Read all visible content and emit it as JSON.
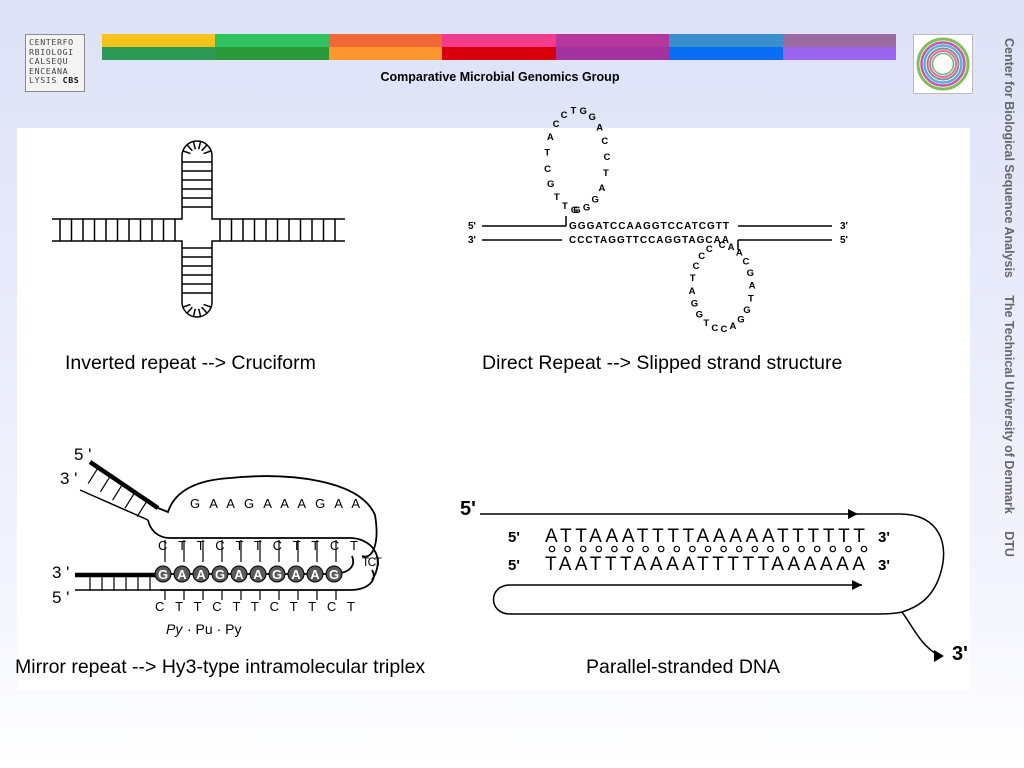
{
  "header": {
    "logo_lines": [
      "CENTERFO",
      "RBIOLOGI",
      "CALSEQU",
      "ENCEANA",
      "LYSIS"
    ],
    "logo_cbs": "CBS",
    "group_name": "Comparative Microbial Genomics Group",
    "stripe_colors_top": [
      "#f7c21b",
      "#2fc35f",
      "#f26733",
      "#f23b8c",
      "#b3379c",
      "#3a8fcf",
      "#9a6aa0"
    ],
    "stripe_colors_bottom": [
      "#2a9a56",
      "#2a9a3a",
      "#ff9731",
      "#d9000e",
      "#a233a0",
      "#0a6ef5",
      "#9b64ee"
    ]
  },
  "side_text": {
    "cbs": "Center for Biological Sequence Analysis",
    "dtu": "The Technical University of Denmark",
    "abbr": "DTU"
  },
  "panels": {
    "cruciform": {
      "caption": "Inverted repeat --> Cruciform"
    },
    "slipped": {
      "caption": "Direct Repeat --> Slipped strand structure",
      "top_seq": "GGGATCCAAGGTCCATCGTT",
      "bottom_seq": "CCCTAGGTTCCAGGTAGCAA",
      "top_loop": "GTTGCTACCTGGACCTAGGG",
      "bottom_loop": "CCCTAGGTCCAGGTAGCAAC",
      "labels": {
        "top_left": "5'",
        "bottom_left": "3'",
        "top_right": "3'",
        "bottom_right": "5'"
      }
    },
    "triplex": {
      "caption": "Mirror repeat --> Hy3-type intramolecular triplex",
      "label_5a": "5 '",
      "label_3a": "3 '",
      "label_3b": "3 '",
      "label_5b": "5 '",
      "arc_letters": "G A A G A A A G A A",
      "ct_row": "C T T C T T C T T C T",
      "ga_row": "G A A G A A G A A G",
      "bottom_row": "C T T C T T C T T C T",
      "right_letters": "T C T",
      "py": "Py",
      "pu_py": "· Pu · Py"
    },
    "parallel": {
      "caption": "Parallel-stranded DNA",
      "top_seq": "ATTAAATTTTAAAAATTTTTT",
      "bottom_seq": "TAATTTAAAATTTTTAAAAAA",
      "start_label": "5'",
      "end_label": "3'",
      "top_left": "5'",
      "top_right": "3'",
      "bottom_left": "5'",
      "bottom_right": "3'"
    }
  }
}
